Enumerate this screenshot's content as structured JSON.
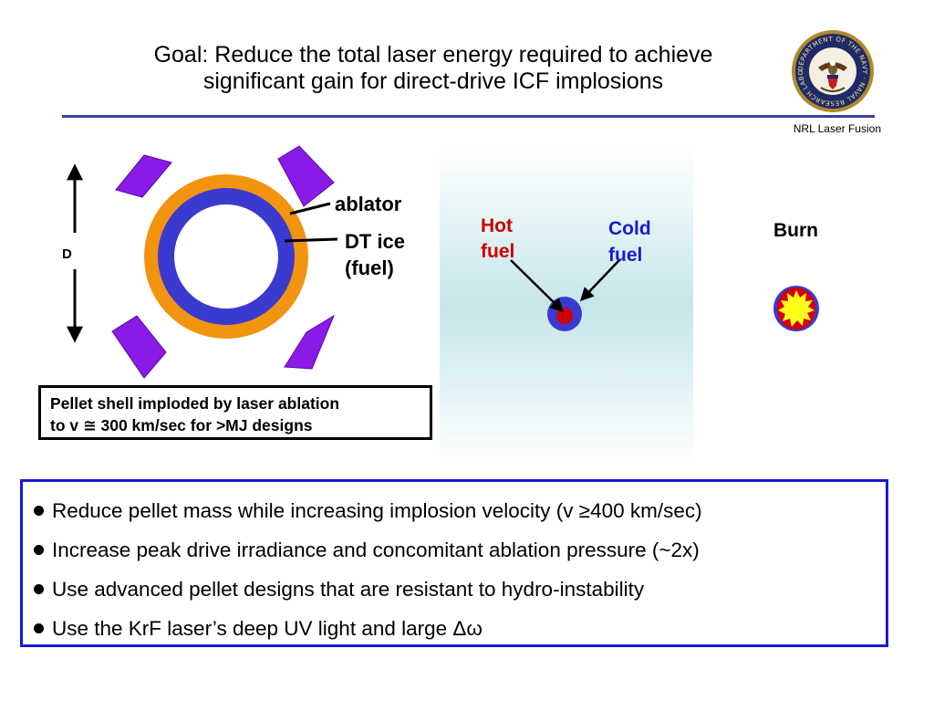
{
  "header": {
    "title_line1": "Goal: Reduce the total laser energy required to achieve",
    "title_line2": "significant gain for direct-drive ICF implosions",
    "brand": "NRL Laser Fusion",
    "seal_text": "DEPARTMENT OF THE NAVY · NAVAL RESEARCH LABORATORY"
  },
  "diagram": {
    "dimension_label": "D",
    "ablator_label": "ablator",
    "fuel_label_line1": "DT ice",
    "fuel_label_line2": "(fuel)",
    "hot_fuel_line1": "Hot",
    "hot_fuel_line2": "fuel",
    "cold_fuel_line1": "Cold",
    "cold_fuel_line2": "fuel",
    "burn_label": "Burn",
    "caption_line1": "Pellet shell imploded by laser ablation",
    "caption_line2": "to v ≅ 300 km/sec for >MJ designs"
  },
  "colors": {
    "ablator": "#f2940f",
    "fuel": "#3a3ad0",
    "laser_beam": "#8a1ae8",
    "hot_fuel": "#d40000",
    "hot_fuel_text": "#cc0000",
    "cold_fuel_text": "#1a1ad0",
    "burn_core": "#ffff1a",
    "panel_bg": "#c6e6ea",
    "rule": "#3a3fa0",
    "bullet_border": "#1a1ad0"
  },
  "bullets": [
    "Reduce pellet mass while increasing implosion velocity (v ≥400 km/sec)",
    "Increase peak drive irradiance and concomitant ablation pressure (~2x)",
    "Use advanced pellet designs that are resistant to hydro-instability",
    "Use the KrF laser’s deep UV light and large Δω"
  ]
}
